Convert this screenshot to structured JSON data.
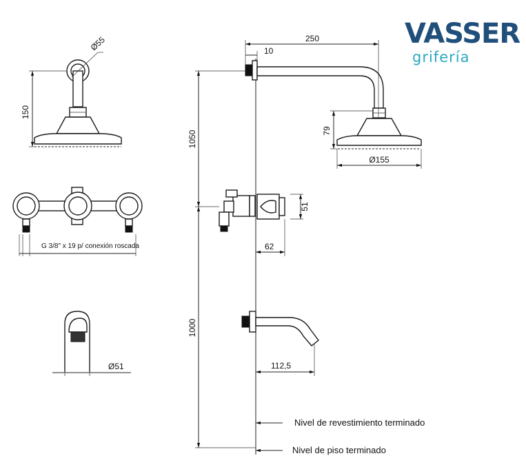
{
  "brand": {
    "name": "VASSER",
    "tagline": "grifería",
    "colors": {
      "primary": "#1f4f7a",
      "accent": "#2aa8c0"
    }
  },
  "dimensions": {
    "arm_length": "250",
    "wall_plate": "10",
    "head_diameter": "Ø155",
    "head_height": "79",
    "shower_height": "1050",
    "valve_height": "51",
    "valve_depth": "62",
    "spout_height": "1000",
    "spout_reach": "112,5",
    "side_flange": "Ø55",
    "side_height": "150",
    "spout_flange": "Ø51"
  },
  "notes": {
    "connection": "G 3/8\" x 19 p/ conexión roscada",
    "cladding_level": "Nivel de revestimiento terminado",
    "floor_level": "Nivel de piso terminado"
  }
}
